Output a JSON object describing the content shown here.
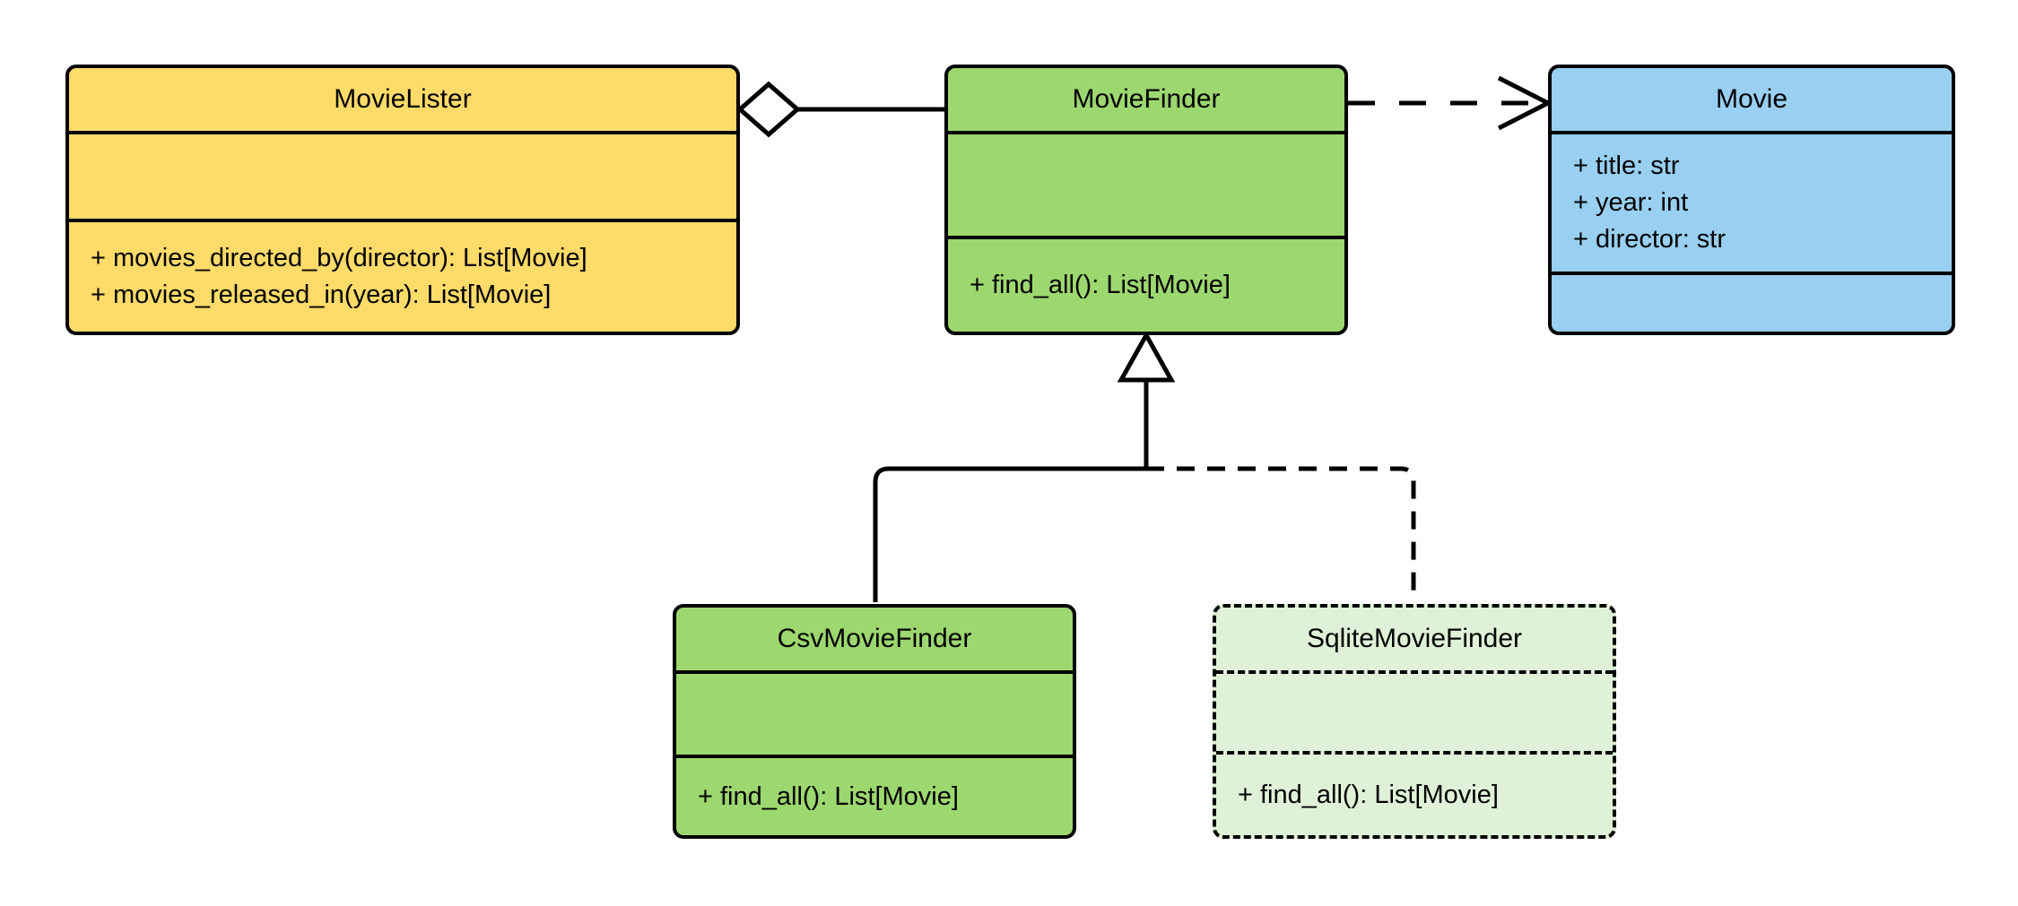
{
  "diagram": {
    "kind": "uml-class-diagram",
    "colors": {
      "background": "#FFFFFF",
      "line": "#000000",
      "text": "#000000",
      "marker_fill": "#FFFFFF",
      "yellow_fill": "#FFDB69",
      "green_fill": "#9DD76F",
      "light_green_fill": "#DFF2D8",
      "blue_fill": "#99CFF0"
    },
    "classes": {
      "movie_lister": {
        "name": "MovieLister",
        "attributes": [],
        "methods": [
          "+ movies_directed_by(director): List[Movie]",
          "+ movies_released_in(year): List[Movie]"
        ],
        "fill": "#FFDB69",
        "border_style": "solid"
      },
      "movie_finder": {
        "name": "MovieFinder",
        "attributes": [],
        "methods": [
          "+ find_all(): List[Movie]"
        ],
        "fill": "#9DD76F",
        "border_style": "solid"
      },
      "movie": {
        "name": "Movie",
        "attributes": [
          "+ title: str",
          "+ year: int",
          "+ director: str"
        ],
        "methods": [],
        "fill": "#99CFF0",
        "border_style": "solid"
      },
      "csv_movie_finder": {
        "name": "CsvMovieFinder",
        "attributes": [],
        "methods": [
          "+ find_all(): List[Movie]"
        ],
        "fill": "#9DD76F",
        "border_style": "solid"
      },
      "sqlite_movie_finder": {
        "name": "SqliteMovieFinder",
        "attributes": [],
        "methods": [
          "+ find_all(): List[Movie]"
        ],
        "fill": "#DFF2D8",
        "border_style": "dashed"
      }
    },
    "relationships": [
      {
        "type": "aggregation",
        "source": "MovieLister",
        "target": "MovieFinder",
        "line_style": "solid",
        "marker": "hollow-diamond-at-source"
      },
      {
        "type": "dependency",
        "source": "MovieFinder",
        "target": "Movie",
        "line_style": "dashed",
        "marker": "open-arrow-at-target"
      },
      {
        "type": "inheritance",
        "source": "CsvMovieFinder",
        "target": "MovieFinder",
        "line_style": "solid",
        "marker": "hollow-triangle-at-target"
      },
      {
        "type": "inheritance",
        "source": "SqliteMovieFinder",
        "target": "MovieFinder",
        "line_style": "dashed",
        "marker": "hollow-triangle-at-target"
      }
    ]
  }
}
